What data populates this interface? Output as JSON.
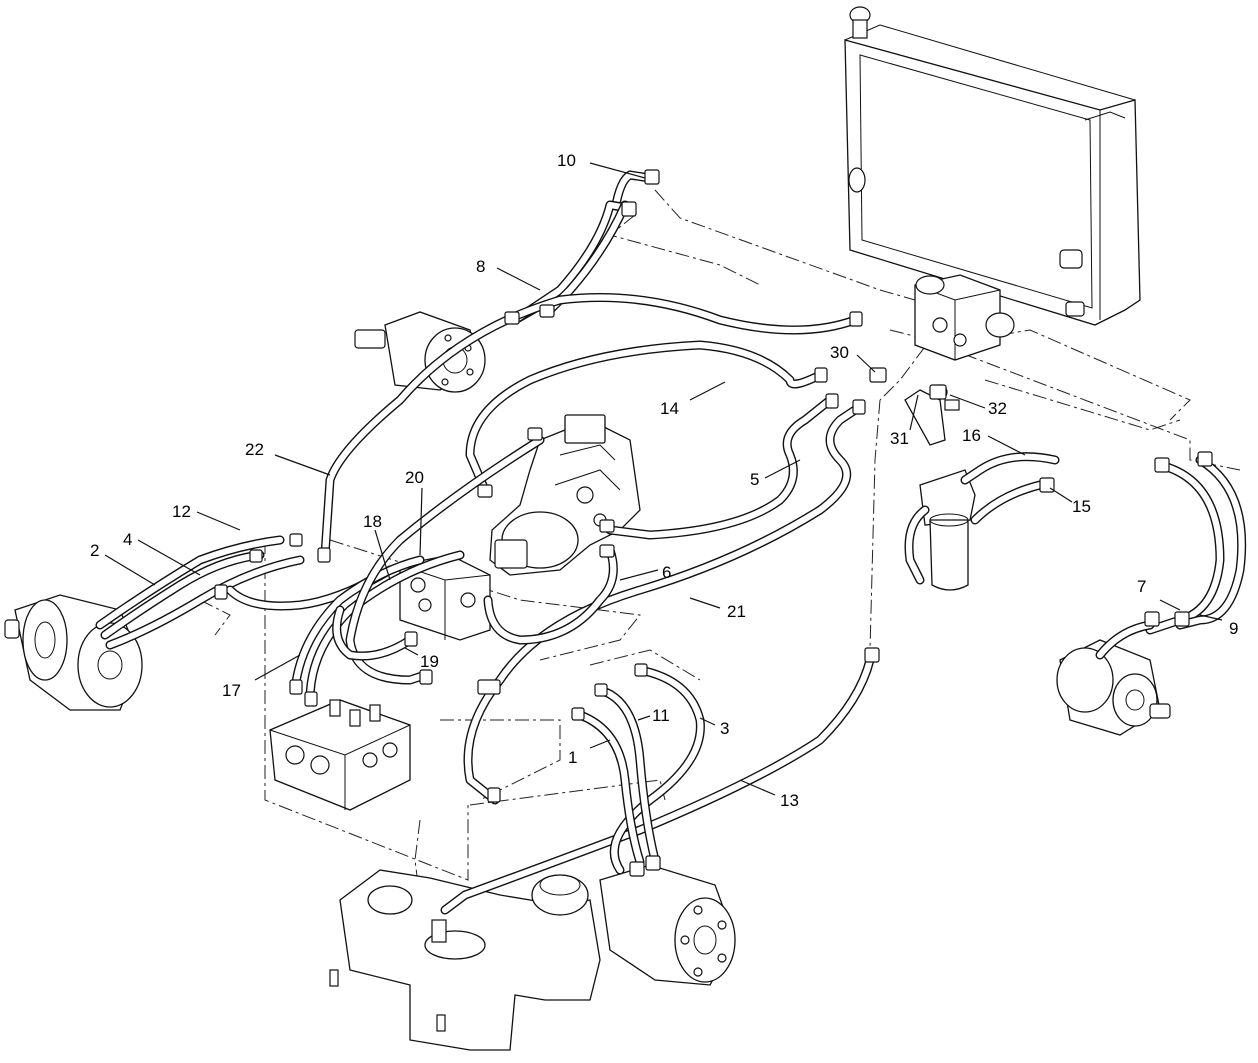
{
  "callouts": [
    {
      "id": "c1",
      "text": "1"
    },
    {
      "id": "c2",
      "text": "2"
    },
    {
      "id": "c3",
      "text": "3"
    },
    {
      "id": "c4",
      "text": "4"
    },
    {
      "id": "c5",
      "text": "5"
    },
    {
      "id": "c6",
      "text": "6"
    },
    {
      "id": "c7",
      "text": "7"
    },
    {
      "id": "c8",
      "text": "8"
    },
    {
      "id": "c9",
      "text": "9"
    },
    {
      "id": "c10",
      "text": "10"
    },
    {
      "id": "c11",
      "text": "11"
    },
    {
      "id": "c12",
      "text": "12"
    },
    {
      "id": "c13",
      "text": "13"
    },
    {
      "id": "c14",
      "text": "14"
    },
    {
      "id": "c15",
      "text": "15"
    },
    {
      "id": "c16",
      "text": "16"
    },
    {
      "id": "c17",
      "text": "17"
    },
    {
      "id": "c18",
      "text": "18"
    },
    {
      "id": "c19",
      "text": "19"
    },
    {
      "id": "c20",
      "text": "20"
    },
    {
      "id": "c21",
      "text": "21"
    },
    {
      "id": "c22",
      "text": "22"
    },
    {
      "id": "c30",
      "text": "30"
    },
    {
      "id": "c31",
      "text": "31"
    },
    {
      "id": "c32",
      "text": "32"
    }
  ],
  "colors": {
    "line": "#111111",
    "background": "#ffffff"
  }
}
